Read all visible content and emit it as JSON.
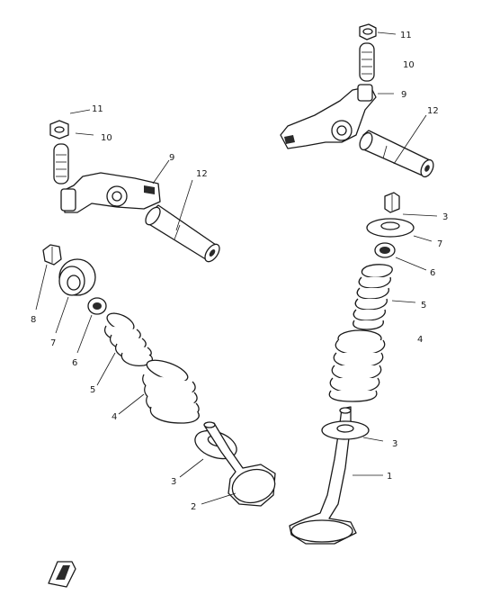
{
  "diagram": {
    "callouts": {
      "c1": "1",
      "c2": "2",
      "c3a": "3",
      "c3b": "3",
      "c3c": "3",
      "c4a": "4",
      "c4b": "4",
      "c5a": "5",
      "c5b": "5",
      "c6a": "6",
      "c6b": "6",
      "c7a": "7",
      "c7b": "7",
      "c8": "8",
      "c9a": "9",
      "c9b": "9",
      "c10a": "10",
      "c10b": "10",
      "c11a": "11",
      "c11b": "11",
      "c12a": "12",
      "c12b": "12"
    },
    "icons": [
      "nut-icon",
      "spring-icon",
      "rocker-arm-icon",
      "rocker-shaft-icon",
      "valve-icon",
      "retainer-icon",
      "cotter-icon",
      "oil-seal-icon",
      "front-arrow-icon"
    ]
  }
}
